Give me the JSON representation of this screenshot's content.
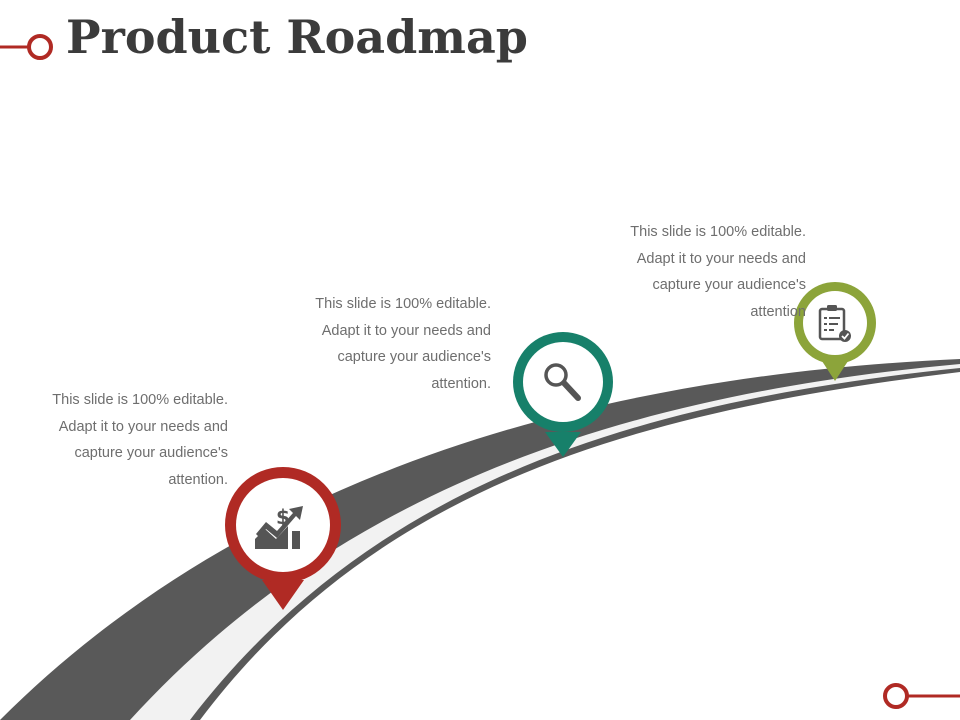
{
  "title": "Product Roadmap",
  "colors": {
    "road": "#595959",
    "lane": "#f2f2f2",
    "accent_red": "#b02a24",
    "accent_teal": "#17806a",
    "accent_green": "#8ca43a",
    "title": "#3b3b3b",
    "text": "#6e6e6e"
  },
  "milestones": [
    {
      "icon": "growth-chart-dollar-icon",
      "color": "#b02a24",
      "text": [
        "This slide is 100% editable.",
        "Adapt it to your needs and",
        "capture your audience's",
        "attention."
      ]
    },
    {
      "icon": "magnifier-icon",
      "color": "#17806a",
      "text": [
        "This slide is 100% editable.",
        "Adapt it to your needs and",
        "capture your audience's",
        "attention."
      ]
    },
    {
      "icon": "clipboard-check-icon",
      "color": "#8ca43a",
      "text": [
        "This slide is 100% editable.",
        "Adapt it to your needs and",
        "capture your audience's",
        "attention"
      ]
    }
  ]
}
